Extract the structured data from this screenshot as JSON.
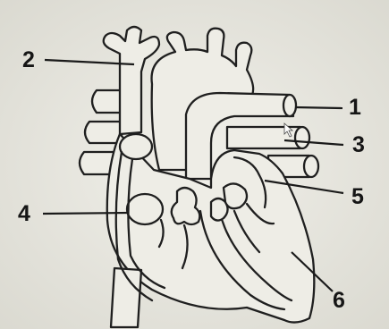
{
  "diagram": {
    "labels": [
      {
        "id": "label-1",
        "text": "1"
      },
      {
        "id": "label-2",
        "text": "2"
      },
      {
        "id": "label-3",
        "text": "3"
      },
      {
        "id": "label-4",
        "text": "4"
      },
      {
        "id": "label-5",
        "text": "5"
      },
      {
        "id": "label-6",
        "text": "6"
      }
    ]
  }
}
